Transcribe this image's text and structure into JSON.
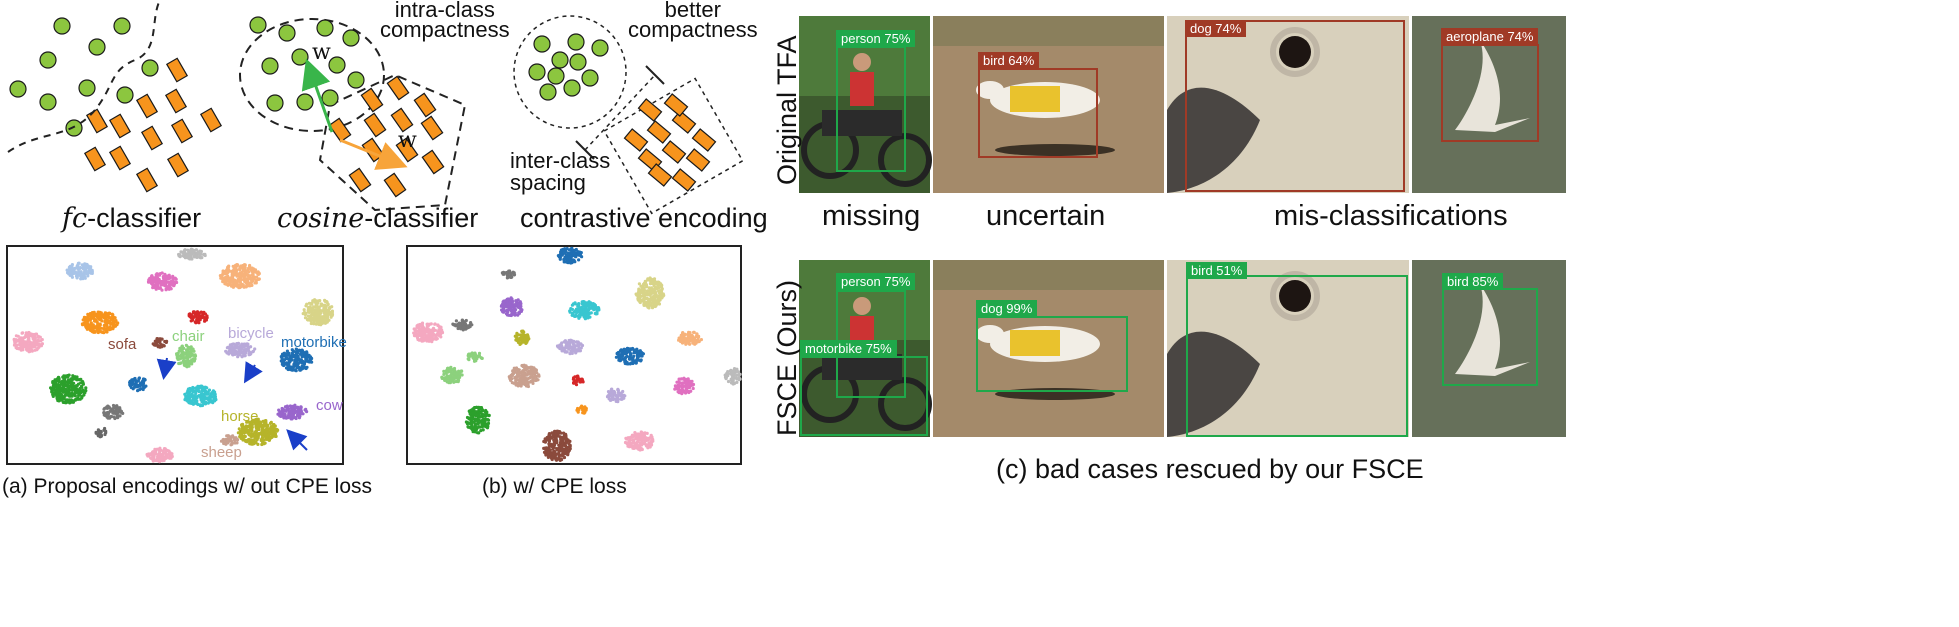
{
  "schematics": {
    "fc_caption_prefix": "fc",
    "fc_caption_suffix": "-classifier",
    "cos_caption_prefix": "cosine",
    "cos_caption_suffix": "-classifier",
    "contrastive_caption": "contrastive encoding",
    "intra_class_line1": "intra-class",
    "intra_class_line2": "compactness",
    "better_line1": "better",
    "better_line2": "compactness",
    "inter_class_line1": "inter-class",
    "inter_class_line2": "spacing",
    "weight_symbol": "w",
    "colors": {
      "green": "#8cc63f",
      "orange": "#f7941d",
      "arrow_green": "#39b54a",
      "arrow_orange": "#f7a43a"
    }
  },
  "tsne": {
    "caption_a": "(a) Proposal encodings w/ out CPE loss",
    "caption_b": "(b)  w/ CPE loss",
    "labels": [
      {
        "text": "sofa",
        "color": "#8b4a3c"
      },
      {
        "text": "chair",
        "color": "#8cd17d"
      },
      {
        "text": "bicycle",
        "color": "#b8a9d9"
      },
      {
        "text": "motorbike",
        "color": "#1f6fb4"
      },
      {
        "text": "horse",
        "color": "#b6b42a"
      },
      {
        "text": "cow",
        "color": "#9966cc"
      },
      {
        "text": "sheep",
        "color": "#c9a08f"
      }
    ]
  },
  "detections": {
    "row1_label": "Original  TFA",
    "row2_label": "FSCE (Ours)",
    "col_missing": "missing",
    "col_uncertain": "uncertain",
    "col_miscls": "mis-classifications",
    "caption_c": "(c) bad cases rescued by our FSCE",
    "tfa_tags": [
      "person 75%",
      "bird 64%",
      "dog 74%",
      "aeroplane 74%"
    ],
    "fsce_tags": [
      "person 75%",
      "motorbike 75%",
      "dog 99%",
      "bird 51%",
      "bird 85%"
    ],
    "colors": {
      "tfa": "#a03a26",
      "fsce": "#1fa84a"
    }
  }
}
